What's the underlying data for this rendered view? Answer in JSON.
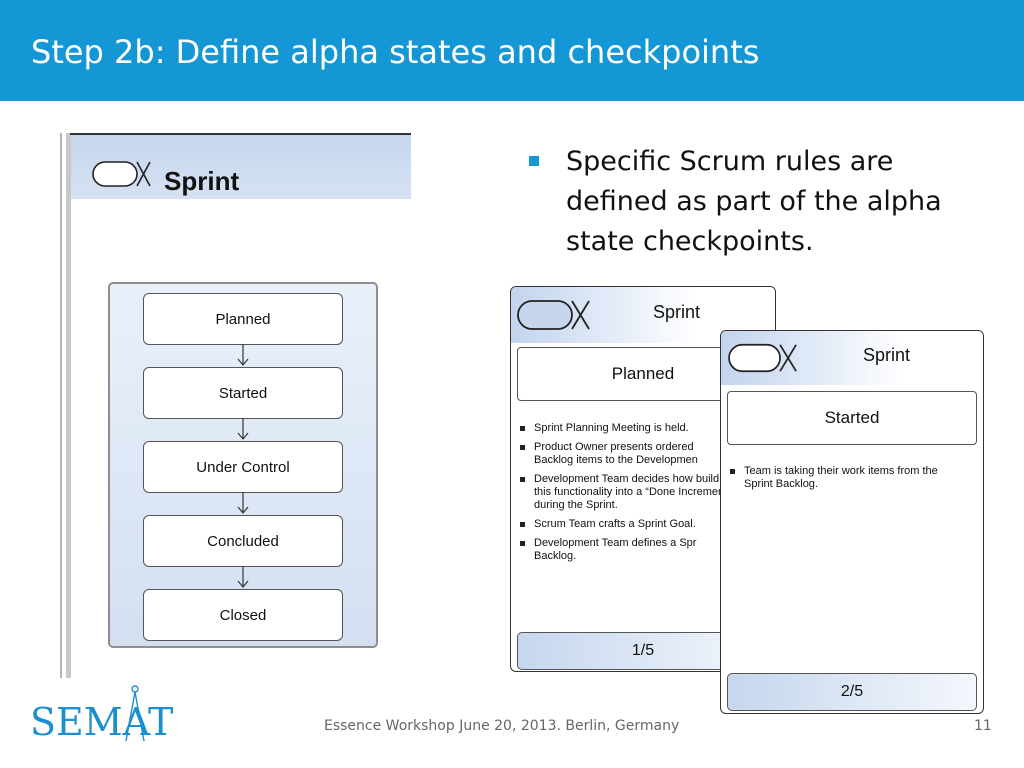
{
  "slide": {
    "title": "Step 2b: Define alpha states and checkpoints"
  },
  "left_panel": {
    "alpha_name": "Sprint",
    "states": [
      "Planned",
      "Started",
      "Under Control",
      "Concluded",
      "Closed"
    ]
  },
  "bullet": {
    "text": "Specific Scrum rules are defined as part of the alpha state checkpoints."
  },
  "card1": {
    "alpha_name": "Sprint",
    "state": "Planned",
    "checkpoints": [
      "Sprint Planning Meeting is held.",
      "Product Owner presents ordered Backlog items to the Developmen",
      "Development Team decides how build this functionality into a “Done Increment during the Sprint.",
      "Scrum Team crafts a Sprint Goal.",
      "Development Team defines a Spr Backlog."
    ],
    "counter": "1/5"
  },
  "card2": {
    "alpha_name": "Sprint",
    "state": "Started",
    "checkpoints": [
      "Team is taking their work items from the Sprint Backlog."
    ],
    "counter": "2/5"
  },
  "footer": {
    "logo_text": "SEMAT",
    "event": "Essence Workshop June 20, 2013. Berlin, Germany",
    "page_number": "11"
  },
  "colors": {
    "accent": "#1497d4",
    "logo": "#1b8fd0"
  }
}
